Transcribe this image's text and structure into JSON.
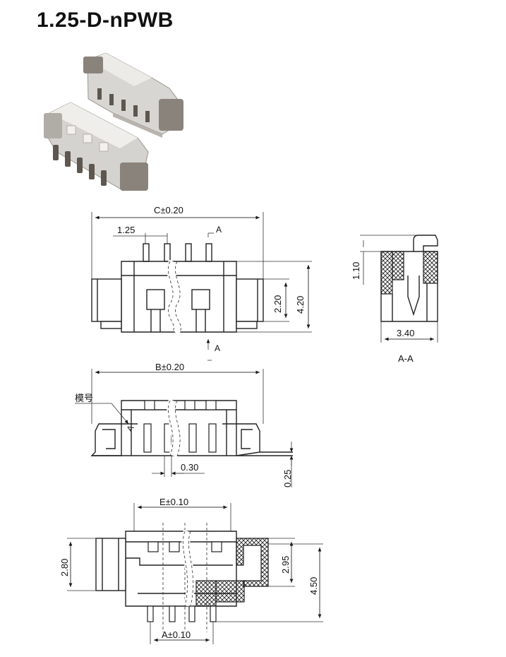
{
  "title": "1.25-D-nPWB",
  "top_view": {
    "dim_c": "C±0.20",
    "dim_pitch": "1.25",
    "section_marker": "A",
    "dim_220": "2.20",
    "dim_420": "4.20",
    "section_marker_bottom": "A"
  },
  "section_view": {
    "dim_110": "1.10",
    "dim_340": "3.40",
    "label": "A-A"
  },
  "front_view": {
    "dim_b": "B±0.20",
    "mold_label": "模号",
    "section_marker": "A",
    "dim_030": "0.30",
    "dim_025": "0.25"
  },
  "side_view": {
    "dim_e": "E±0.10",
    "dim_280": "2.80",
    "dim_295": "2.95",
    "dim_450": "4.50",
    "dim_a": "A±0.10"
  },
  "colors": {
    "line": "#222222",
    "photo_body": "#d8d6d2",
    "photo_pin": "#6b6259"
  }
}
